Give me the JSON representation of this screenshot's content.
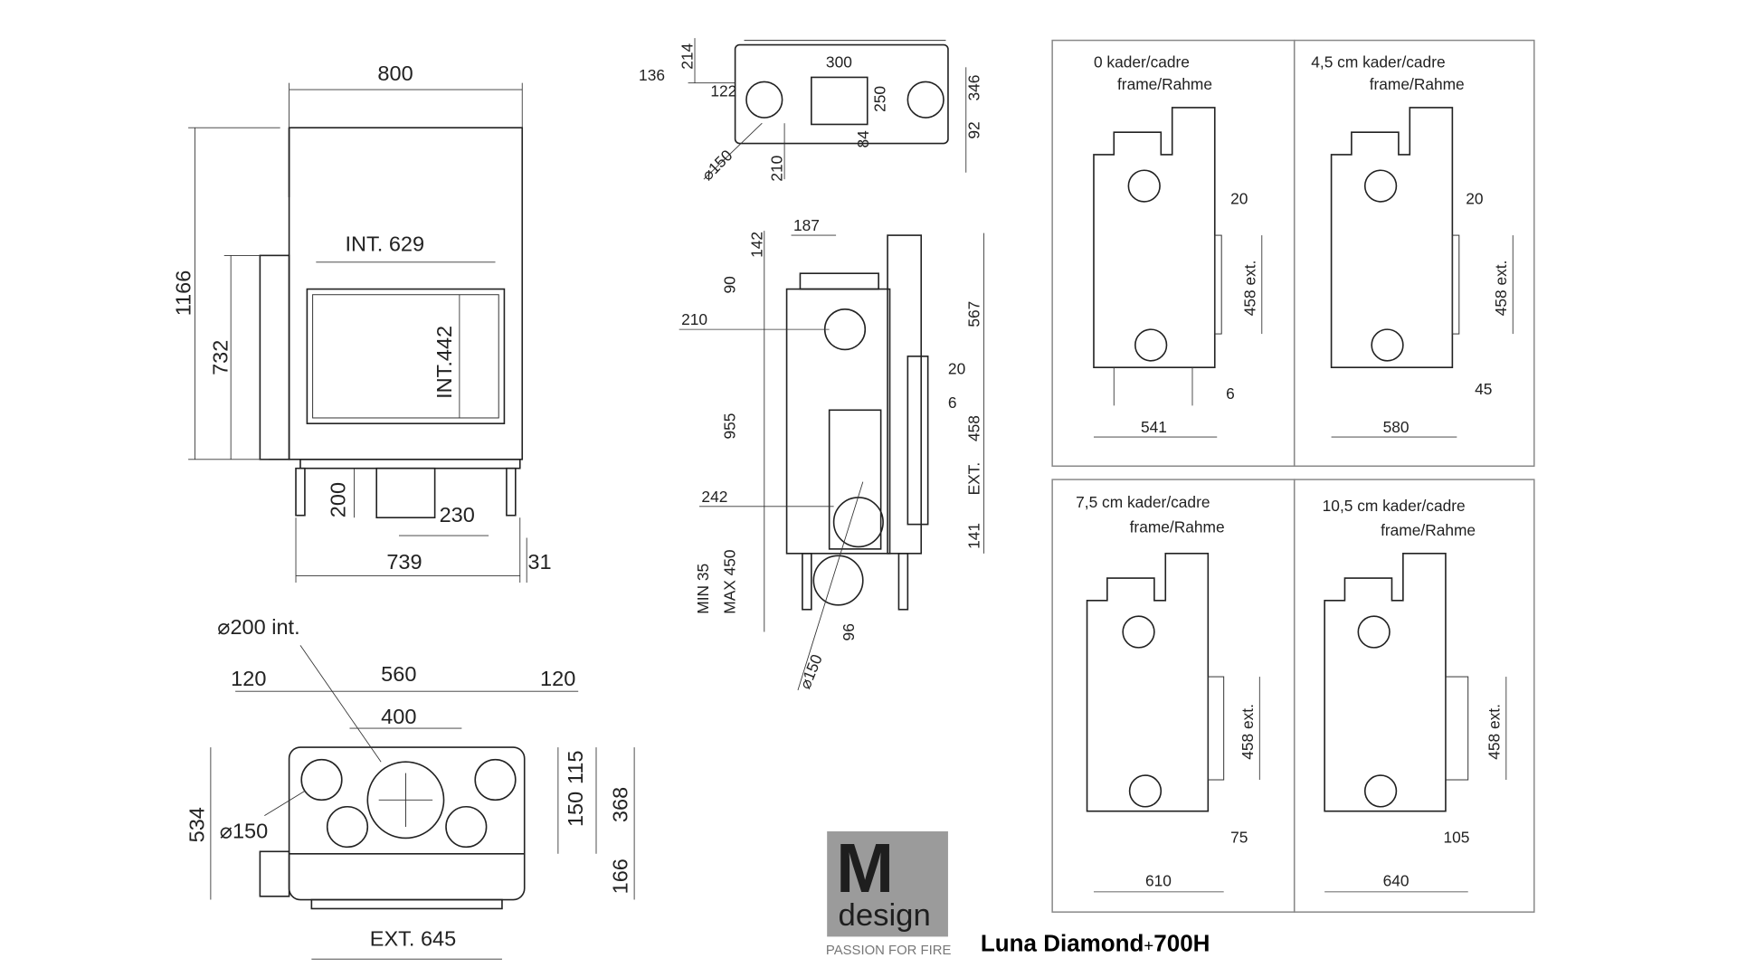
{
  "front_view": {
    "width": "800",
    "height": "1166",
    "int_width": "INT. 629",
    "int_height": "INT.442",
    "side_height": "732",
    "leg_height": "200",
    "outlet": "230",
    "base_width": "739",
    "offset": "31"
  },
  "plan_view": {
    "flue": "⌀200 int.",
    "left": "120",
    "mid": "560",
    "right": "120",
    "inner": "400",
    "depth": "534",
    "d150": "⌀150",
    "h115": "115",
    "h150": "150",
    "h368": "368",
    "h166": "166",
    "ext": "EXT. 645"
  },
  "top_view": {
    "d214": "214",
    "d136": "136",
    "d122": "122",
    "d300": "300",
    "d250": "250",
    "d84": "84",
    "d346": "346",
    "d92": "92",
    "d210": "210",
    "d150": "⌀150"
  },
  "side_view": {
    "d187": "187",
    "d142": "142",
    "d90": "90",
    "d210": "210",
    "d955": "955",
    "d242": "242",
    "min": "MIN 35",
    "max": "MAX 450",
    "d96": "96",
    "d150": "⌀150",
    "d567": "567",
    "d20": "20",
    "d6": "6",
    "d458": "458",
    "ext": "EXT.",
    "d141": "141"
  },
  "frames": [
    {
      "l1": "0  kader/cadre",
      "l2": "frame/Rahme",
      "gap": "20",
      "ext": "458 ext.",
      "side": "6",
      "width": "541"
    },
    {
      "l1": "4,5 cm  kader/cadre",
      "l2": "frame/Rahme",
      "gap": "20",
      "ext": "458 ext.",
      "side": "45",
      "width": "580"
    },
    {
      "l1": "7,5 cm kader/cadre",
      "l2": "frame/Rahme",
      "ext": "458 ext.",
      "side": "75",
      "width": "610"
    },
    {
      "l1": "10,5 cm kader/cadre",
      "l2": "frame/Rahme",
      "ext": "458 ext.",
      "side": "105",
      "width": "640"
    }
  ],
  "logo": {
    "letter": "M",
    "word": "design",
    "tagline": "PASSION FOR FIRE"
  },
  "title": {
    "name": "Luna Diamond",
    "plus": "+",
    "model": "700H"
  }
}
